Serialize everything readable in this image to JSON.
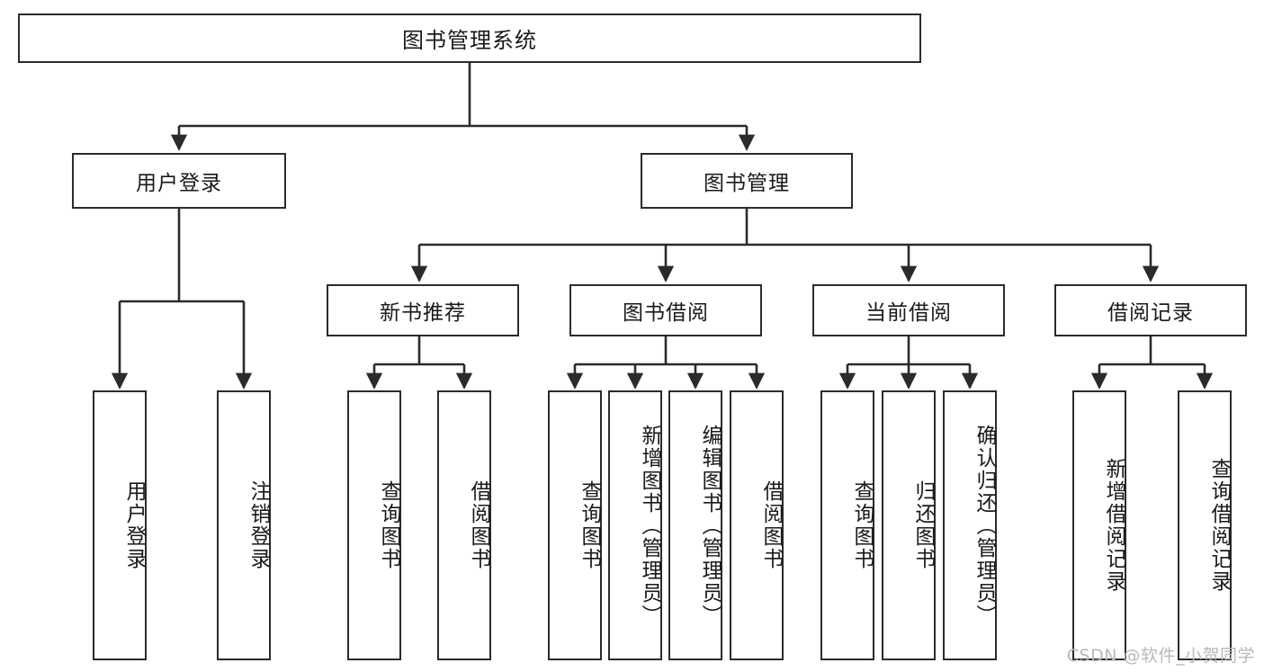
{
  "diagram": {
    "title_node": {
      "label": "图书管理系统"
    },
    "level2": [
      {
        "label": "用户登录"
      },
      {
        "label": "图书管理"
      }
    ],
    "level3": [
      {
        "label": "新书推荐"
      },
      {
        "label": "图书借阅"
      },
      {
        "label": "当前借阅"
      },
      {
        "label": "借阅记录"
      }
    ],
    "leaves": {
      "user_login": [
        {
          "label": "用户登录"
        },
        {
          "label": "注销登录"
        }
      ],
      "new_book": [
        {
          "label": "查询图书"
        },
        {
          "label": "借阅图书"
        }
      ],
      "book_borrow": [
        {
          "label": "查询图书"
        },
        {
          "label": "新增图书（管理员）"
        },
        {
          "label": "编辑图书（管理员）"
        },
        {
          "label": "借阅图书"
        }
      ],
      "current_borrow": [
        {
          "label": "查询图书"
        },
        {
          "label": "归还图书"
        },
        {
          "label": "确认归还（管理员）"
        }
      ],
      "borrow_record": [
        {
          "label": "新增借阅记录"
        },
        {
          "label": "查询借阅记录"
        }
      ]
    }
  },
  "watermark": {
    "text": "CSDN @软件_小贺同学"
  },
  "colors": {
    "stroke": "#2b2b2b",
    "fill": "#ffffff",
    "text": "#1a1a1a",
    "watermark": "#b9b9b9"
  }
}
